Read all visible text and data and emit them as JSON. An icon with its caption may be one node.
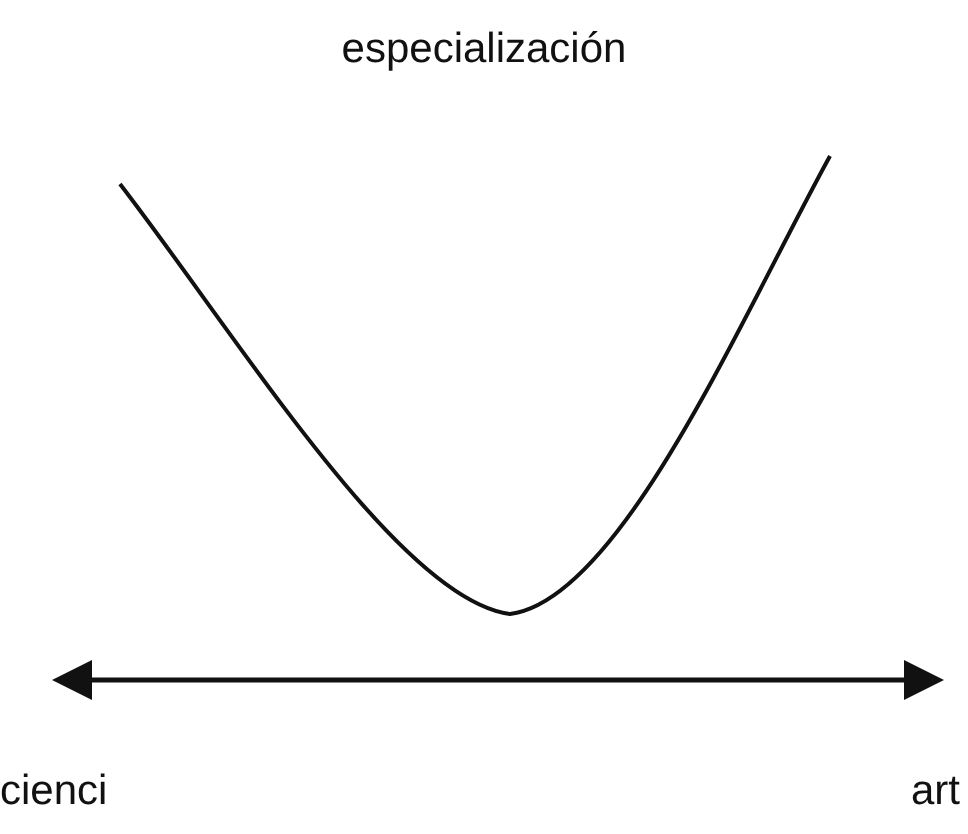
{
  "diagram": {
    "title": "especialización",
    "labels": [
      "cienci",
      "art"
    ]
  }
}
